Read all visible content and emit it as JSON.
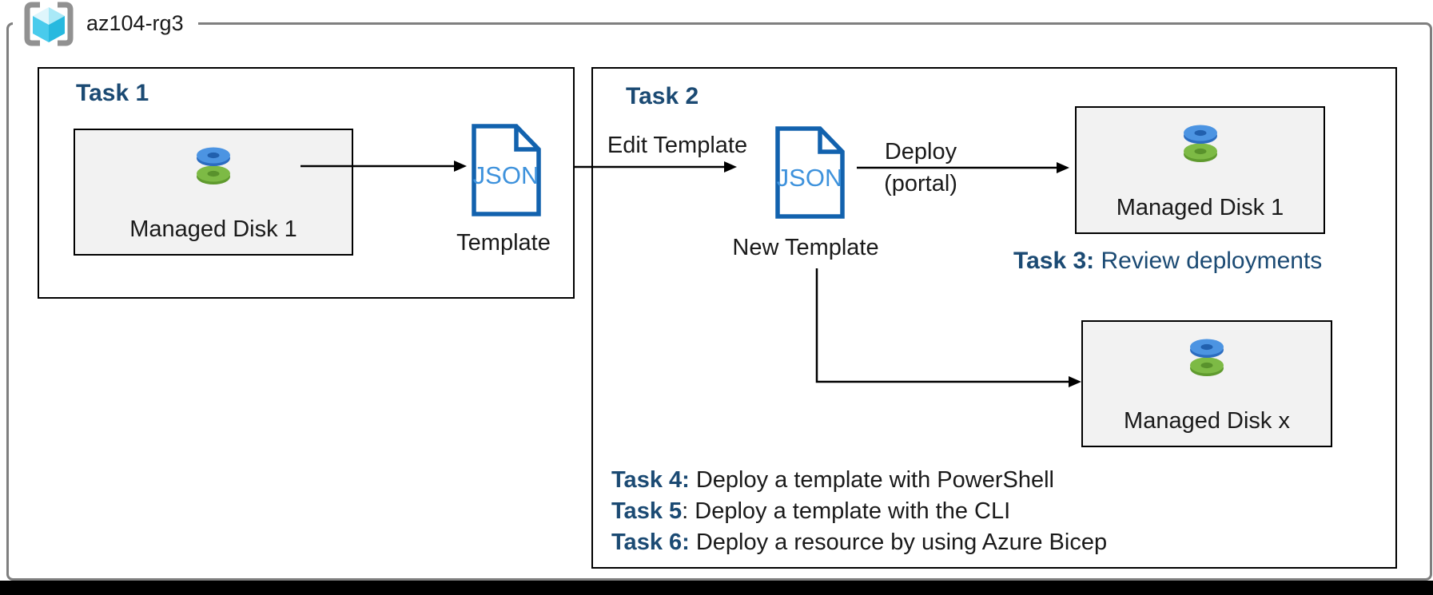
{
  "resource_group": {
    "name": "az104-rg3"
  },
  "icons": {
    "json_label": "JSON",
    "resource_group_icon": "azure-resource-group-cube",
    "managed_disk_icon": "stacked-blue-green-disks"
  },
  "colors": {
    "heading_navy": "#1B4A73",
    "json_outline": "#1262AE",
    "json_text": "#3E92DC",
    "disk_box_fill": "#F2F2F2",
    "rg_border_gray": "#7F7F7F"
  },
  "task1": {
    "title": "Task 1",
    "disk_label": "Managed Disk 1",
    "template_label": "Template"
  },
  "task2": {
    "title": "Task 2",
    "edit_arrow_label": "Edit Template",
    "new_template_label": "New Template",
    "deploy_label": "Deploy",
    "deploy_sublabel": "(portal)",
    "disk1_label": "Managed Disk 1",
    "diskx_label": "Managed Disk x",
    "task3": {
      "label": "Task 3:",
      "text": " Review deployments"
    },
    "task_list": [
      {
        "label": "Task 4:",
        "text": " Deploy a template with PowerShell"
      },
      {
        "label": "Task 5",
        "text": ": Deploy a template with the CLI"
      },
      {
        "label": "Task 6:",
        "text": " Deploy a resource by using Azure Bicep"
      }
    ]
  }
}
